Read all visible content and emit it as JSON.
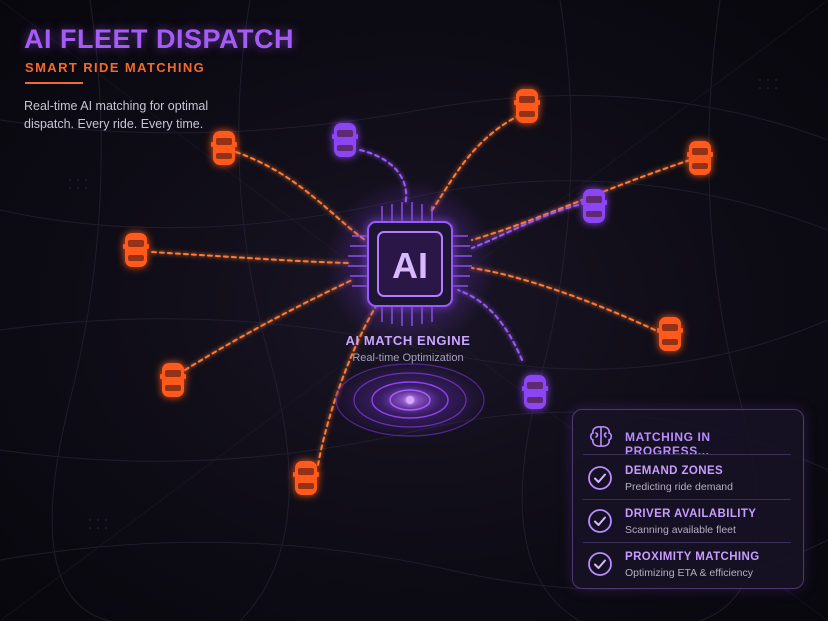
{
  "header": {
    "title": "AI FLEET DISPATCH",
    "subtitle": "SMART RIDE MATCHING",
    "description": "Real-time AI matching for optimal dispatch. Every ride. Every time."
  },
  "engine": {
    "chip_label": "AI",
    "caption": "AI MATCH ENGINE",
    "caption_sub": "Real-time Optimization"
  },
  "colors": {
    "accent_purple": "#a55cf7",
    "accent_orange": "#f26a2e",
    "background": "#0d0b14"
  },
  "vehicles": [
    {
      "id": "car-1",
      "color": "orange",
      "icon": "car-icon"
    },
    {
      "id": "car-2",
      "color": "purple",
      "icon": "car-icon"
    },
    {
      "id": "car-3",
      "color": "orange",
      "icon": "car-icon"
    },
    {
      "id": "car-4",
      "color": "orange",
      "icon": "car-icon"
    },
    {
      "id": "car-5",
      "color": "purple",
      "icon": "car-icon"
    },
    {
      "id": "car-6",
      "color": "orange",
      "icon": "car-icon"
    },
    {
      "id": "car-7",
      "color": "orange",
      "icon": "car-icon"
    },
    {
      "id": "car-8",
      "color": "orange",
      "icon": "car-icon"
    },
    {
      "id": "car-9",
      "color": "purple",
      "icon": "car-icon"
    },
    {
      "id": "car-10",
      "color": "orange",
      "icon": "car-icon"
    },
    {
      "id": "car-11",
      "color": "orange",
      "icon": "car-icon"
    }
  ],
  "status_panel": {
    "heading": "MATCHING IN PROGRESS...",
    "heading_icon": "brain-icon",
    "items": [
      {
        "title": "DEMAND ZONES",
        "detail": "Predicting ride demand",
        "icon": "check-circle-icon"
      },
      {
        "title": "DRIVER AVAILABILITY",
        "detail": "Scanning available fleet",
        "icon": "check-circle-icon"
      },
      {
        "title": "PROXIMITY MATCHING",
        "detail": "Optimizing ETA & efficiency",
        "icon": "check-circle-icon"
      }
    ]
  }
}
